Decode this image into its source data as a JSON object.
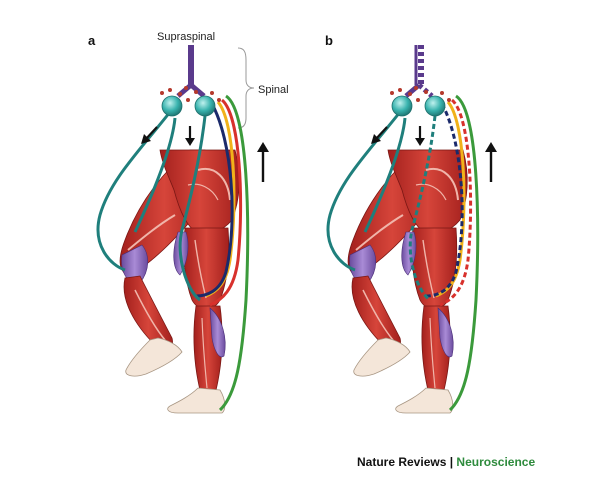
{
  "figure": {
    "panel_a": "a",
    "panel_b": "b",
    "label_supraspinal": "Supraspinal",
    "label_spinal": "Spinal"
  },
  "credit": {
    "journal": "Nature Reviews",
    "separator": "|",
    "subject": "Neuroscience"
  },
  "colors": {
    "muscle_red": "#c8312b",
    "muscle_highlight": "#e98a7f",
    "muscle_purple": "#8e6cbf",
    "bone_skin": "#f4e6d9",
    "supraspinal_tract": "#5a3a8c",
    "neuron_teal": "#39b3ae",
    "motor_axon_teal": "#1f7f7c",
    "afferent_navy": "#1b2a6b",
    "afferent_red": "#d8312c",
    "afferent_yellow": "#f1b21a",
    "afferent_green": "#3b9a3b",
    "interneuron_red_dot": "#b5392c",
    "neuroscience_green": "#2e8b3d"
  },
  "icons": [
    "arrow-down-left-icon",
    "arrow-down-icon",
    "arrow-up-icon",
    "brace-icon"
  ]
}
